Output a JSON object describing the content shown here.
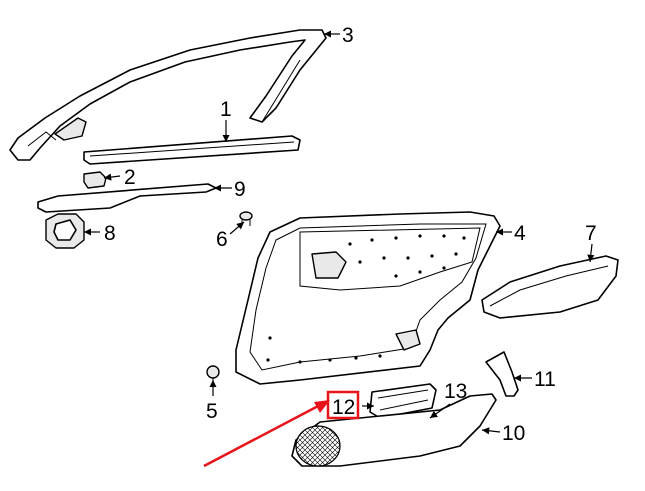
{
  "callouts": {
    "c1": "1",
    "c2": "2",
    "c3": "3",
    "c4": "4",
    "c5": "5",
    "c6": "6",
    "c7": "7",
    "c8": "8",
    "c9": "9",
    "c10": "10",
    "c11": "11",
    "c12": "12",
    "c13": "13"
  },
  "highlight": {
    "target": "12",
    "color": "#e8141a"
  },
  "arrow_color": "#e8141a"
}
